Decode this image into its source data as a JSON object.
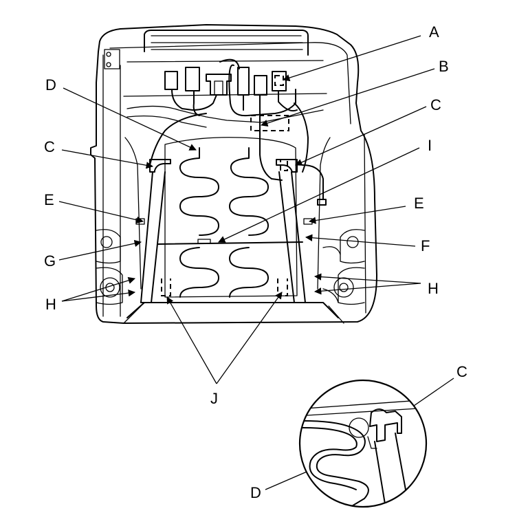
{
  "callouts": {
    "A": "A",
    "B": "B",
    "C_top_right": "C",
    "D_top_left": "D",
    "C_left": "C",
    "I": "I",
    "E_left": "E",
    "E_right": "E",
    "G": "G",
    "F": "F",
    "H_left": "H",
    "H_right": "H",
    "J": "J",
    "C_detail": "C",
    "D_detail": "D"
  }
}
